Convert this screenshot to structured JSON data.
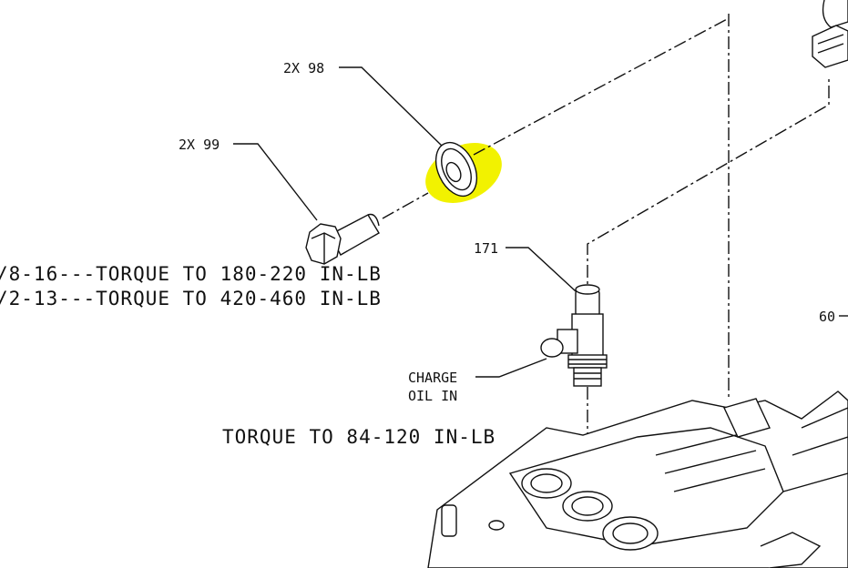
{
  "callouts": {
    "washer": "2X 98",
    "bolt": "2X 99",
    "tee_fitting": "171",
    "charge_line1": "CHARGE",
    "charge_line2": "OIL IN",
    "right_edge": "60"
  },
  "notes": {
    "torque_bolt_a": "/8-16---TORQUE TO 180-220 IN-LB",
    "torque_bolt_b": "/2-13---TORQUE TO 420-460 IN-LB",
    "torque_fitting": "TORQUE TO 84-120 IN-LB"
  },
  "highlight_color": "#f2f200"
}
